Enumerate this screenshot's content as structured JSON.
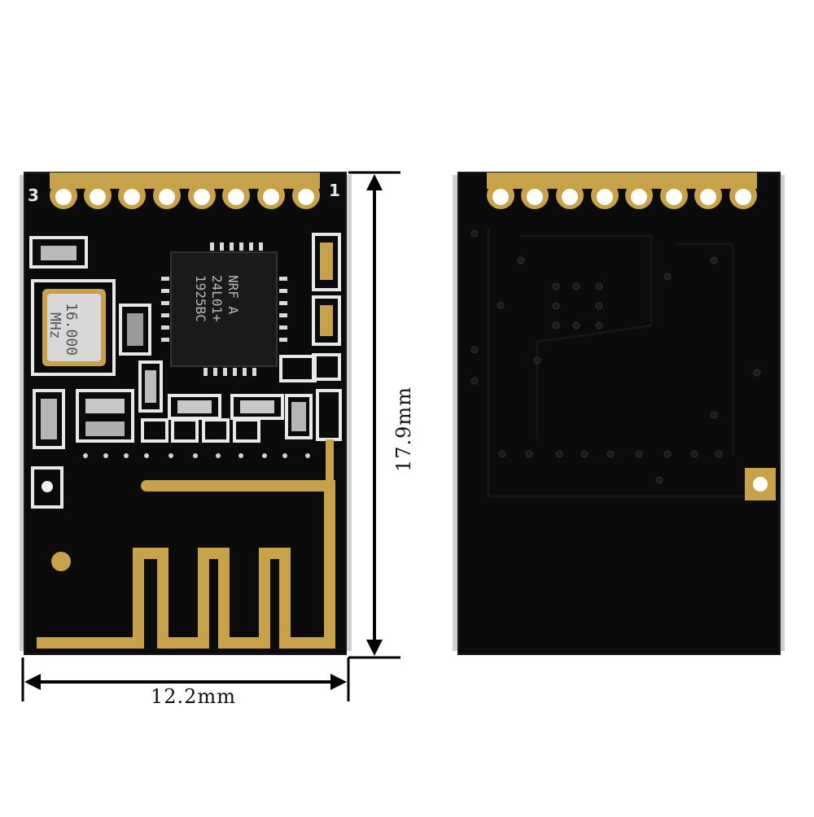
{
  "dimensions": {
    "width_label": "12.2mm",
    "height_label": "17.9mm"
  },
  "front": {
    "chip_lines": [
      "NRF A",
      "24L01+",
      "1925BC"
    ],
    "crystal_lines": [
      "16.000",
      "MHz"
    ],
    "silk_pin_left": "3",
    "silk_pin_right": "1"
  },
  "colors": {
    "board": "#0a0a0a",
    "gold": "#c8a24a",
    "silk": "#e8e8e8"
  }
}
